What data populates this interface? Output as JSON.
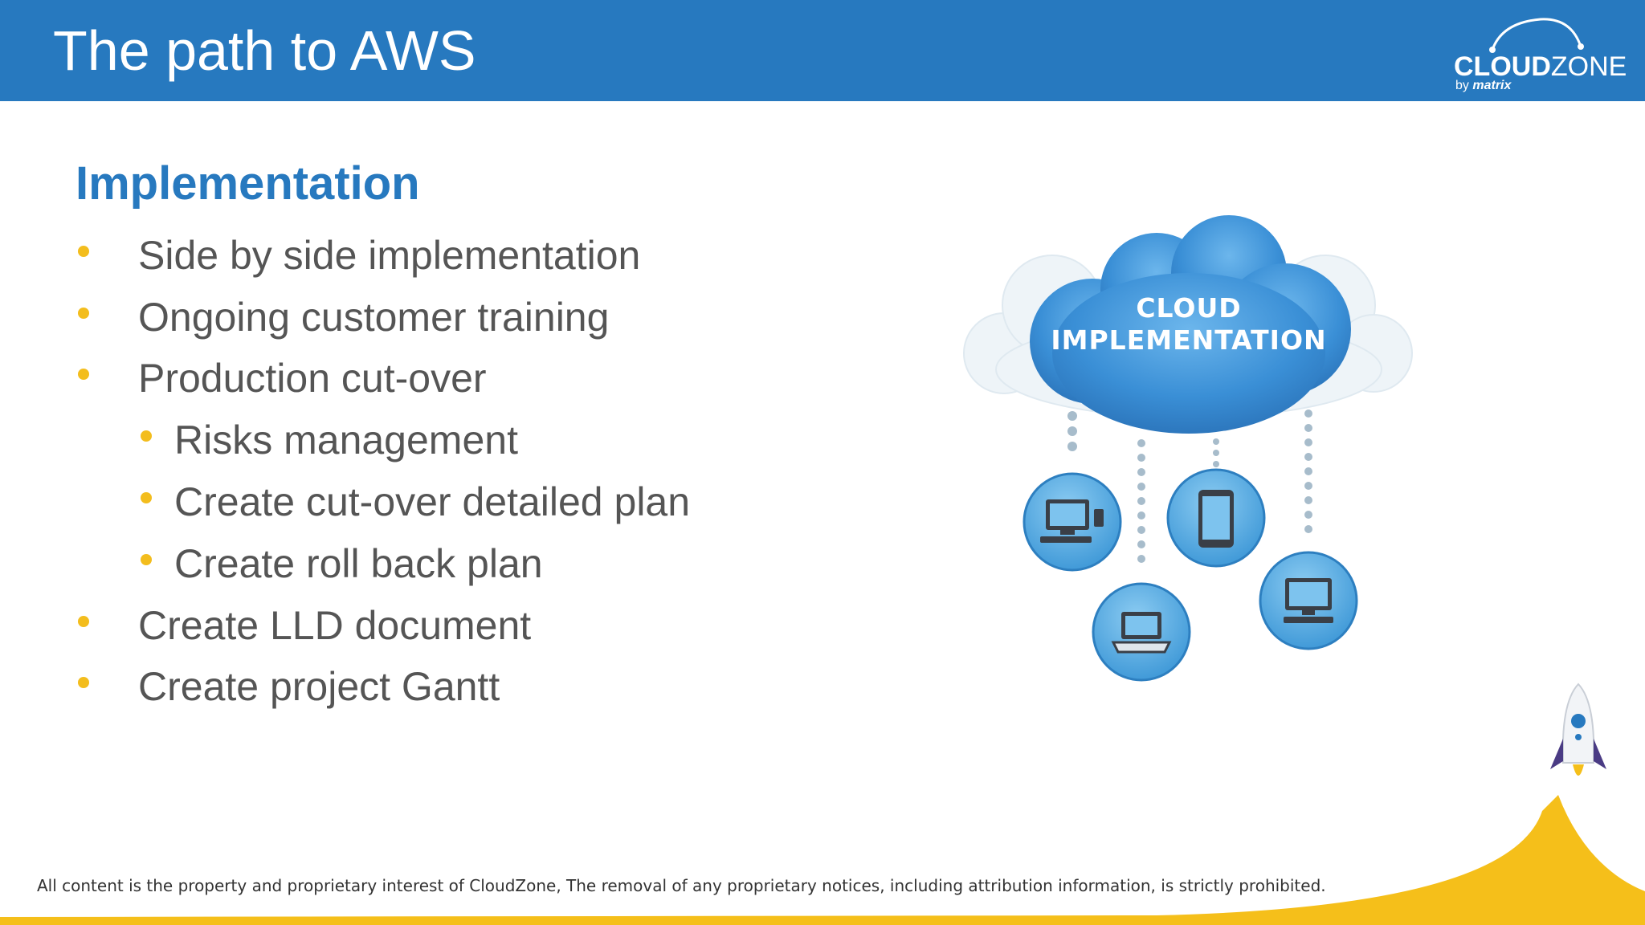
{
  "slide": {
    "title": "The path to AWS",
    "logo": {
      "wordmark_bold": "CLOUD",
      "wordmark_light": "ZONE",
      "by": "by",
      "by_strong": "matrix"
    },
    "heading": "Implementation",
    "bullets": [
      {
        "level": 1,
        "text": "Side by side implementation"
      },
      {
        "level": 1,
        "text": "Ongoing customer training"
      },
      {
        "level": 1,
        "text": "Production cut-over"
      },
      {
        "level": 2,
        "text": "Risks management"
      },
      {
        "level": 2,
        "text": "Create cut-over detailed plan"
      },
      {
        "level": 2,
        "text": "Create roll back plan"
      },
      {
        "level": 1,
        "text": "Create LLD document"
      },
      {
        "level": 1,
        "text": "Create project Gantt"
      }
    ],
    "illustration": {
      "cloud_line1": "CLOUD",
      "cloud_line2": "IMPLEMENTATION",
      "devices": [
        "desktop-icon",
        "tablet-icon",
        "laptop-icon",
        "monitor-icon"
      ]
    },
    "footer": "All content is the property and proprietary interest of CloudZone, The removal of any proprietary notices, including attribution information, is strictly prohibited."
  },
  "colors": {
    "header_blue": "#2779bf",
    "bullet_yellow": "#f3bd1d",
    "body_text": "#555555",
    "cloud_blue": "#3a8fd6",
    "device_circle": "#4ea6dd",
    "wave_yellow": "#f5bf1a"
  }
}
